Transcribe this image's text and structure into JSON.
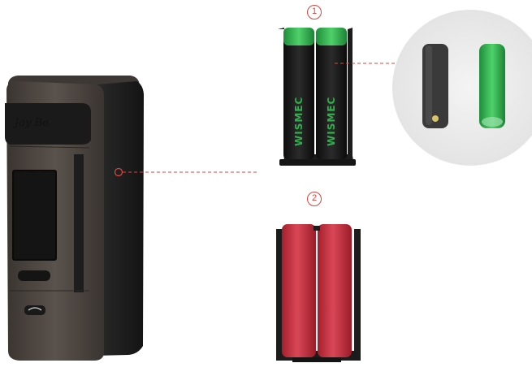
{
  "steps": {
    "step1": "1",
    "step2": "2"
  },
  "device": {
    "brand_script": "Jay Bo"
  },
  "battery_label": "WISMEC",
  "colors": {
    "callout_red": "#d9453f",
    "cell_green": "#2fb04a",
    "cell_red": "#c8323f",
    "device_gunmetal": "#4a423d",
    "device_black": "#1c1c1c"
  }
}
